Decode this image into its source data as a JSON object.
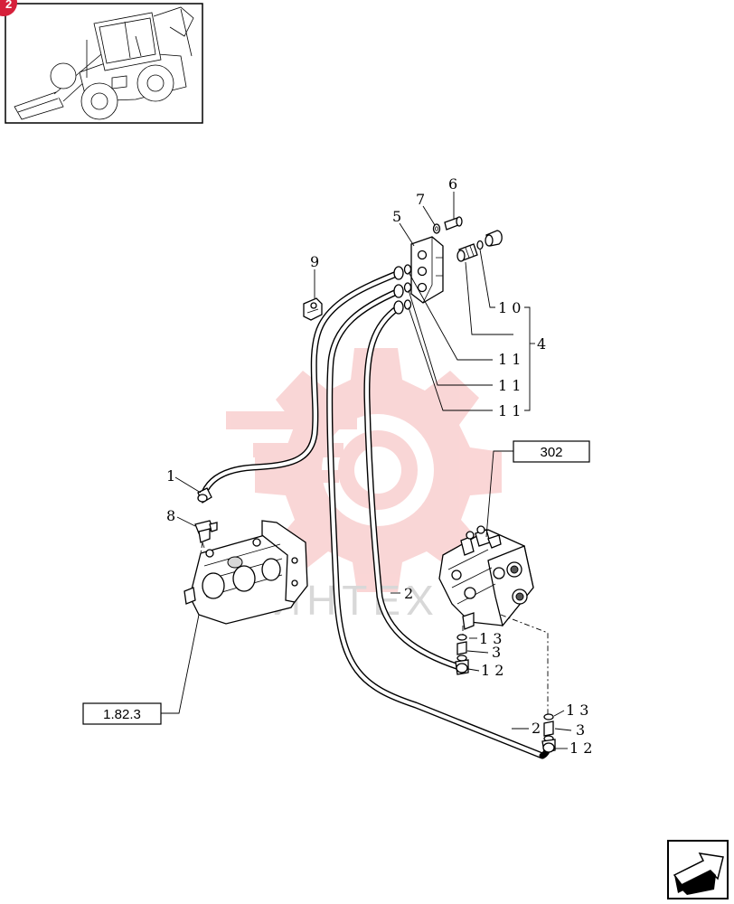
{
  "callouts": {
    "c1": "1",
    "c2a": "2",
    "c2b": "2",
    "c3a": "3",
    "c3b": "3",
    "c4": "4",
    "c5": "5",
    "c6": "6",
    "c7": "7",
    "c8": "8",
    "c9": "9",
    "c10": "1 0",
    "c11a": "1 1",
    "c11b": "1 1",
    "c11c": "1 1",
    "c12a": "1 2",
    "c12b": "1 2",
    "c13a": "1 3",
    "c13b": "1 3"
  },
  "references": {
    "ref_302": "302",
    "ref_1823": "1.82.3"
  },
  "badge": {
    "number": "2"
  },
  "watermark": {
    "text": "ИНТЕХ",
    "color": "#f2a0a0"
  },
  "colors": {
    "badge": "#d6203a",
    "line": "#000000"
  },
  "icons": {
    "thumbnail": "backhoe-loader-thumbnail",
    "nav": "next-page-arrow-icon"
  }
}
